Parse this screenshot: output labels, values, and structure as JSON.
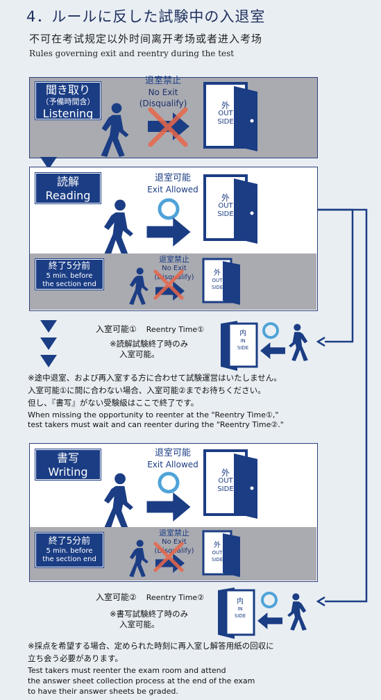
{
  "title": {
    "jp": "4．ルールに反した試験中の入退室",
    "cn": "不可在考试规定以外时间离开考场或者进入考场",
    "en": "Rules governing exit and reentry during the test"
  },
  "listening": {
    "label_jp": "聞き取り",
    "label_sub": "（予備時間含）",
    "label_en": "Listening",
    "status_jp": "退室禁止",
    "status_en1": "No Exit",
    "status_en2": "(Disqualify)"
  },
  "reading": {
    "label_jp": "読解",
    "label_en": "Reading",
    "status_jp": "退室可能",
    "status_en": "Exit Allowed",
    "last5_jp": "終了5分前",
    "last5_en1": "5 min. before",
    "last5_en2": "the section end",
    "last5_status_jp": "退室禁止",
    "last5_status_en1": "No Exit",
    "last5_status_en2": "(Disqualify)"
  },
  "reentry1": {
    "jp": "入室可能①",
    "en": "Reentry Time①",
    "note_line1": "※読解試験終了時のみ",
    "note_line2": "入室可能。"
  },
  "notes1": {
    "line1": "※途中退室、および再入室する方に合わせて試験運営はいたしません。",
    "line2": "入室可能①に間に合わない場合、入室可能②までお待ちください。",
    "line3": "但し、『書写』がない受験級はここで終了です。",
    "en1": "When missing the opportunity to reenter at the \"Reentry Time①,\"",
    "en2": "test takers must wait and can reenter during the \"Reentry Time②.\""
  },
  "writing": {
    "label_jp": "書写",
    "label_en": "Writing",
    "status_jp": "退室可能",
    "status_en": "Exit Allowed",
    "last5_jp": "終了5分前",
    "last5_en1": "5 min. before",
    "last5_en2": "the section end",
    "last5_status_jp": "退室禁止",
    "last5_status_en1": "No Exit",
    "last5_status_en2": "(Disqualify)"
  },
  "reentry2": {
    "jp": "入室可能②",
    "en": "Reentry Time②",
    "note_line1": "※書写試験終了時のみ",
    "note_line2": "入室可能。"
  },
  "notes2": {
    "line1": "※採点を希望する場合、定められた時刻に再入室し解答用紙の回収に",
    "line2": "立ち会う必要があります。",
    "en1": "Test takers must reenter the exam room and attend",
    "en2": "the answer sheet collection process at the end of the exam",
    "en3": "to have their answer sheets be graded."
  },
  "door": {
    "out_jp": "外",
    "out_en1": "OUT",
    "out_en2": "SIDE",
    "in_jp": "内",
    "in_en1": "IN",
    "in_en2": "SIDE"
  },
  "colors": {
    "navy": "#1b3d84",
    "cross": "#e8674a",
    "circle": "#4fa3d8",
    "panel_grey": "#a9abb1"
  }
}
